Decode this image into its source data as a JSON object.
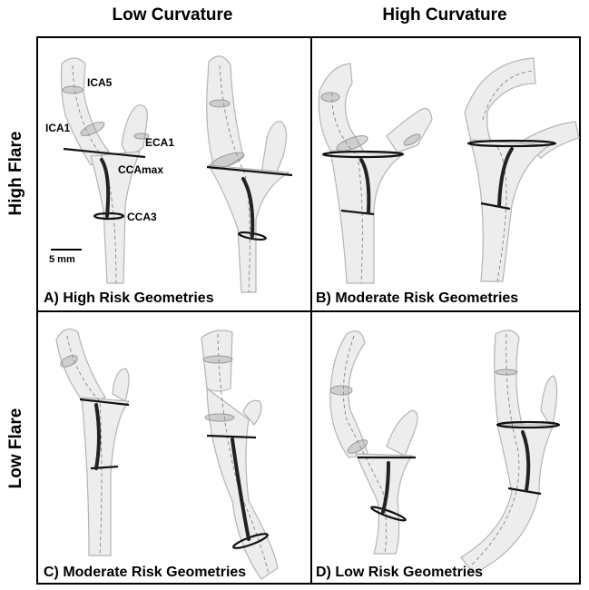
{
  "columns": {
    "low_curvature": "Low Curvature",
    "high_curvature": "High Curvature"
  },
  "rows": {
    "high_flare": "High Flare",
    "low_flare": "Low Flare"
  },
  "panels": {
    "a": {
      "title": "A) High Risk Geometries"
    },
    "b": {
      "title": "B) Moderate Risk Geometries"
    },
    "c": {
      "title": "C) Moderate Risk Geometries"
    },
    "d": {
      "title": "D) Low Risk Geometries"
    }
  },
  "annotations": {
    "ica5": "ICA5",
    "ica1": "ICA1",
    "eca1": "ECA1",
    "ccamax": "CCAmax",
    "cca3": "CCA3",
    "scale": "5 mm"
  },
  "colors": {
    "vessel_fill": "#ededed",
    "vessel_outline": "#b4b4b4",
    "centerline": "#777777",
    "section_ring": "#111111",
    "faint_ring": "#999999",
    "border": "#000000"
  }
}
